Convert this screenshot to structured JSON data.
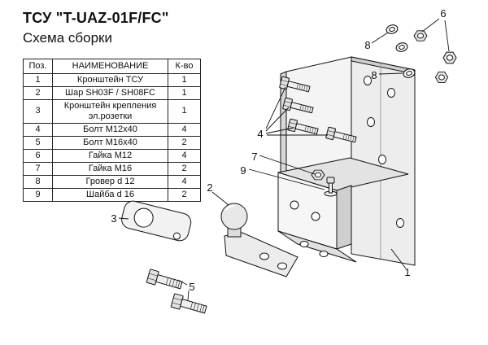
{
  "title": {
    "line1": "ТСУ \"T-UAZ-01F/FC\"",
    "line2": "Схема сборки"
  },
  "table": {
    "headers": [
      "Поз.",
      "НАИМЕНОВАНИЕ",
      "К-во"
    ],
    "rows": [
      {
        "pos": "1",
        "name": "Кронштейн ТСУ",
        "qty": "1"
      },
      {
        "pos": "2",
        "name": "Шар SH03F / SH08FC",
        "qty": "1"
      },
      {
        "pos": "3",
        "name": "Кронштейн крепления эл.розетки",
        "qty": "1"
      },
      {
        "pos": "4",
        "name": "Болт М12х40",
        "qty": "4"
      },
      {
        "pos": "5",
        "name": "Болт М16х40",
        "qty": "2"
      },
      {
        "pos": "6",
        "name": "Гайка М12",
        "qty": "4"
      },
      {
        "pos": "7",
        "name": "Гайка М16",
        "qty": "2"
      },
      {
        "pos": "8",
        "name": "Гровер d 12",
        "qty": "4"
      },
      {
        "pos": "9",
        "name": "Шайба d 16",
        "qty": "2"
      }
    ]
  },
  "diagram": {
    "callouts": [
      "1",
      "2",
      "3",
      "4",
      "5",
      "6",
      "7",
      "8",
      "9"
    ]
  }
}
